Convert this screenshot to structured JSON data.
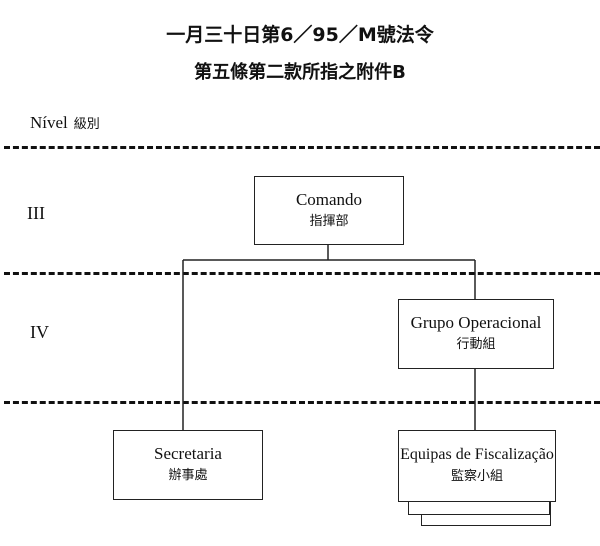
{
  "header": {
    "title_line1": "一月三十日第6／95／M號法令",
    "title_line2": "第五條第二款所指之附件B"
  },
  "levels": {
    "header_label_pt": "Nível",
    "header_label_zh": "級別",
    "items": [
      {
        "id": "III",
        "label": "III"
      },
      {
        "id": "IV",
        "label": "IV"
      }
    ]
  },
  "nodes": {
    "comando": {
      "pt": "Comando",
      "zh": "指揮部",
      "level": "III"
    },
    "grupo_operacional": {
      "pt": "Grupo Operacional",
      "zh": "行動組",
      "level": "IV"
    },
    "secretaria": {
      "pt": "Secretaria",
      "zh": "辦事處"
    },
    "equipas_fiscalizacao": {
      "pt": "Equipas de Fiscalização",
      "zh": "監察小組",
      "multiple": true
    }
  },
  "edges": [
    {
      "from": "comando",
      "to": "secretaria"
    },
    {
      "from": "comando",
      "to": "grupo_operacional"
    },
    {
      "from": "grupo_operacional",
      "to": "equipas_fiscalizacao"
    }
  ]
}
